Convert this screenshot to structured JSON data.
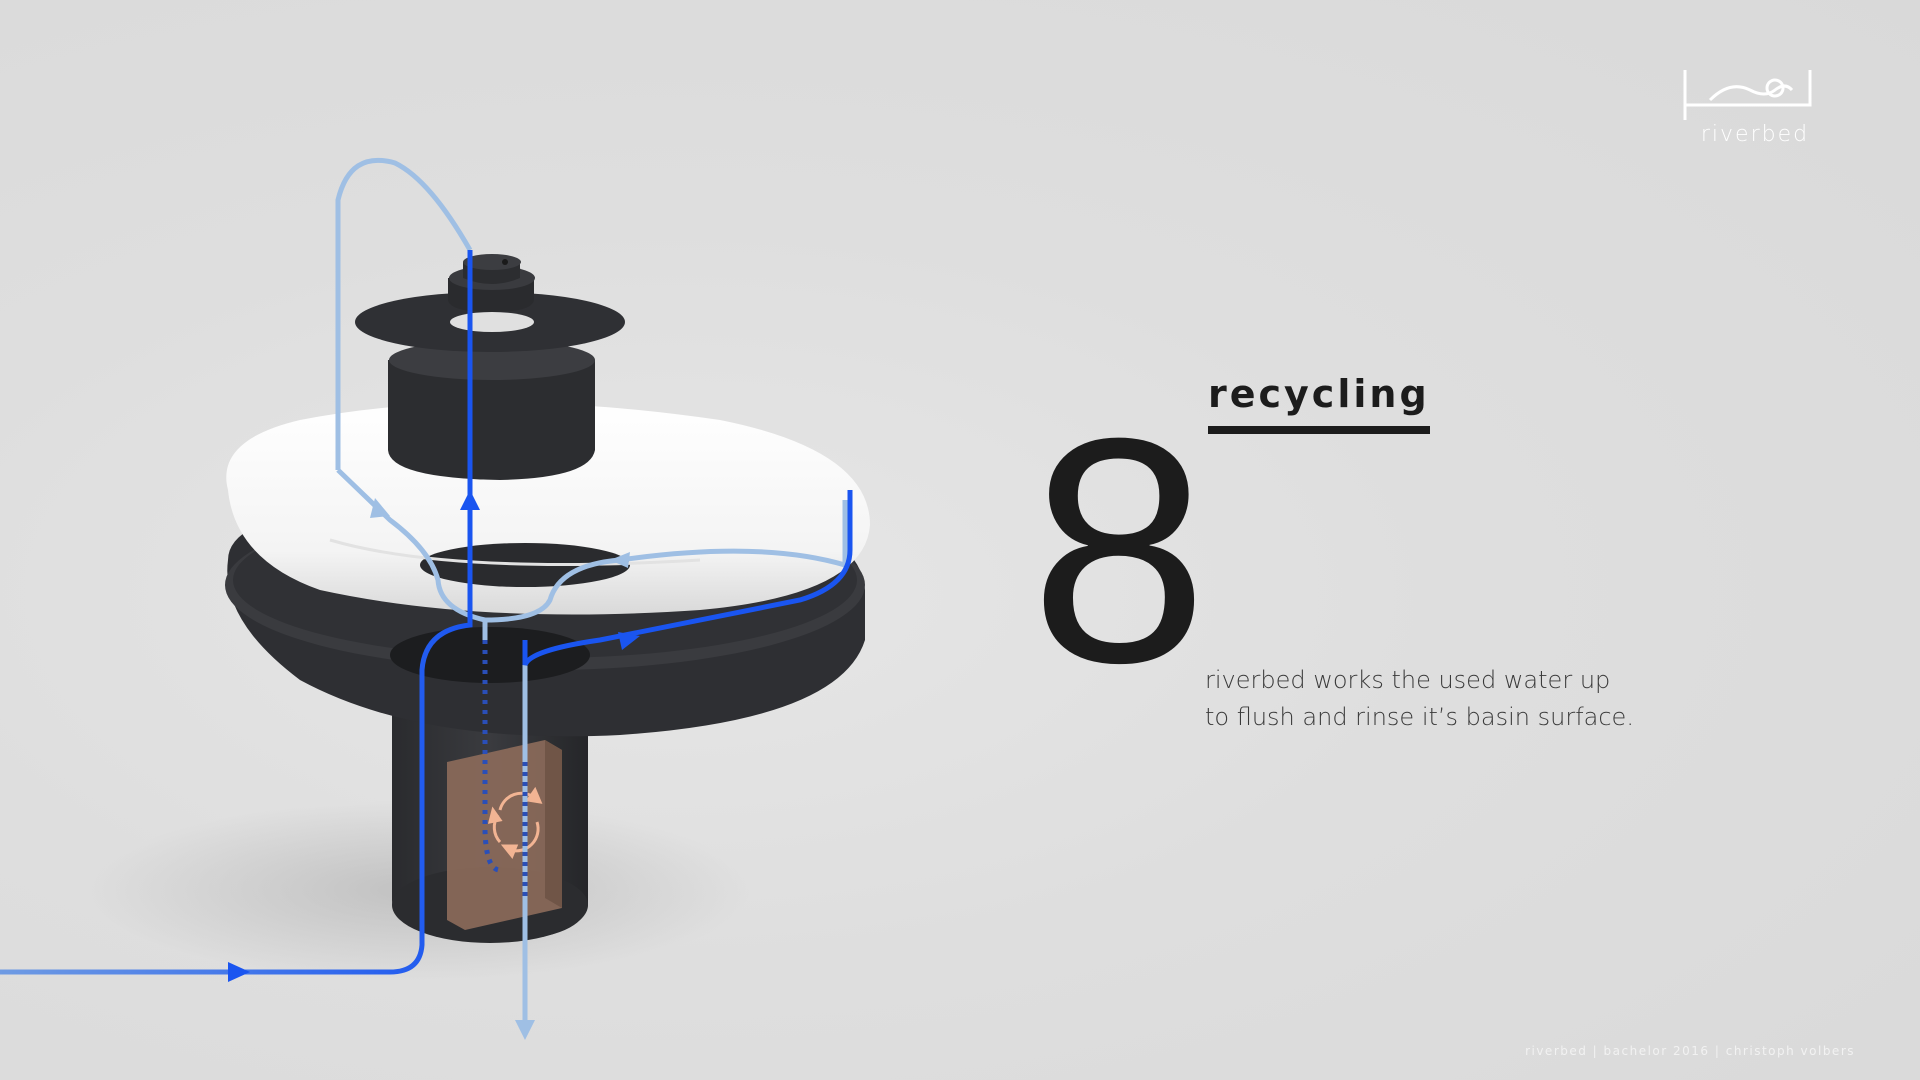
{
  "brand": {
    "logo_icon": "riverbed-wave-basin-icon",
    "logo_word": "riverbed"
  },
  "step": {
    "number": "8",
    "title": "recycling",
    "description_lines": [
      "riverbed works the used water up",
      "to flush and rinse it’s basin surface."
    ]
  },
  "illustration": {
    "recycle_icon": "recycle-arrows-icon",
    "colors": {
      "fresh_water": "#1a55f0",
      "used_water": "#9fbfe4",
      "body": "#2f3033",
      "basin": "#ffffff",
      "filter_box": "#8b6a5a"
    }
  },
  "footer": {
    "credit": "riverbed | bachelor 2016 | christoph volbers"
  }
}
